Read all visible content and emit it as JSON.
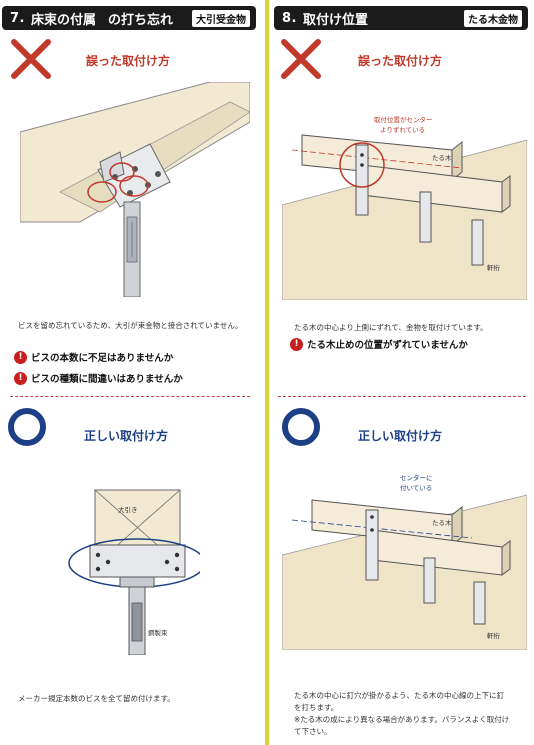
{
  "left": {
    "header": {
      "number": "7.",
      "title": "床束の付属",
      "title2": "の打ち忘れ",
      "tag": "大引受金物"
    },
    "wrong": {
      "heading": "誤った取付け方",
      "description": "ビスを留め忘れているため、大引が束金物と接合されていません。",
      "warnings": [
        "ビスの本数に不足はありませんか",
        "ビスの種類に間違いはありませんか"
      ]
    },
    "right": {
      "heading": "正しい取付け方",
      "labels": {
        "beam": "大引き",
        "post": "鋼製束"
      },
      "description": "メーカー規定本数のビスを全て留め付けます。"
    }
  },
  "right": {
    "header": {
      "number": "8.",
      "title": "取付け位置",
      "tag": "たる木金物"
    },
    "wrong": {
      "heading": "誤った取付け方",
      "callout": [
        "取付位置がセンター",
        "よりずれている"
      ],
      "labels": {
        "rafter": "たる木",
        "purlin": "軒桁"
      },
      "description": "たる木の中心より上側にずれて、金物を取付けています。",
      "warnings": [
        "たる木止めの位置がずれていませんか"
      ]
    },
    "right": {
      "heading": "正しい取付け方",
      "callout": [
        "センターに",
        "付いている"
      ],
      "labels": {
        "rafter": "たる木",
        "purlin": "軒桁"
      },
      "description": [
        "たる木の中心に釘穴が掛かるよう、たる木の中心線の上下に釘",
        "を打ちます。",
        "※たる木の成により異なる場合があります。バランスよく取付け",
        "て下さい。"
      ]
    }
  },
  "colors": {
    "wrong": "#c0392b",
    "correct": "#1d3f86",
    "divider": "#d6d43a",
    "header_bg": "#1b1b1b"
  }
}
